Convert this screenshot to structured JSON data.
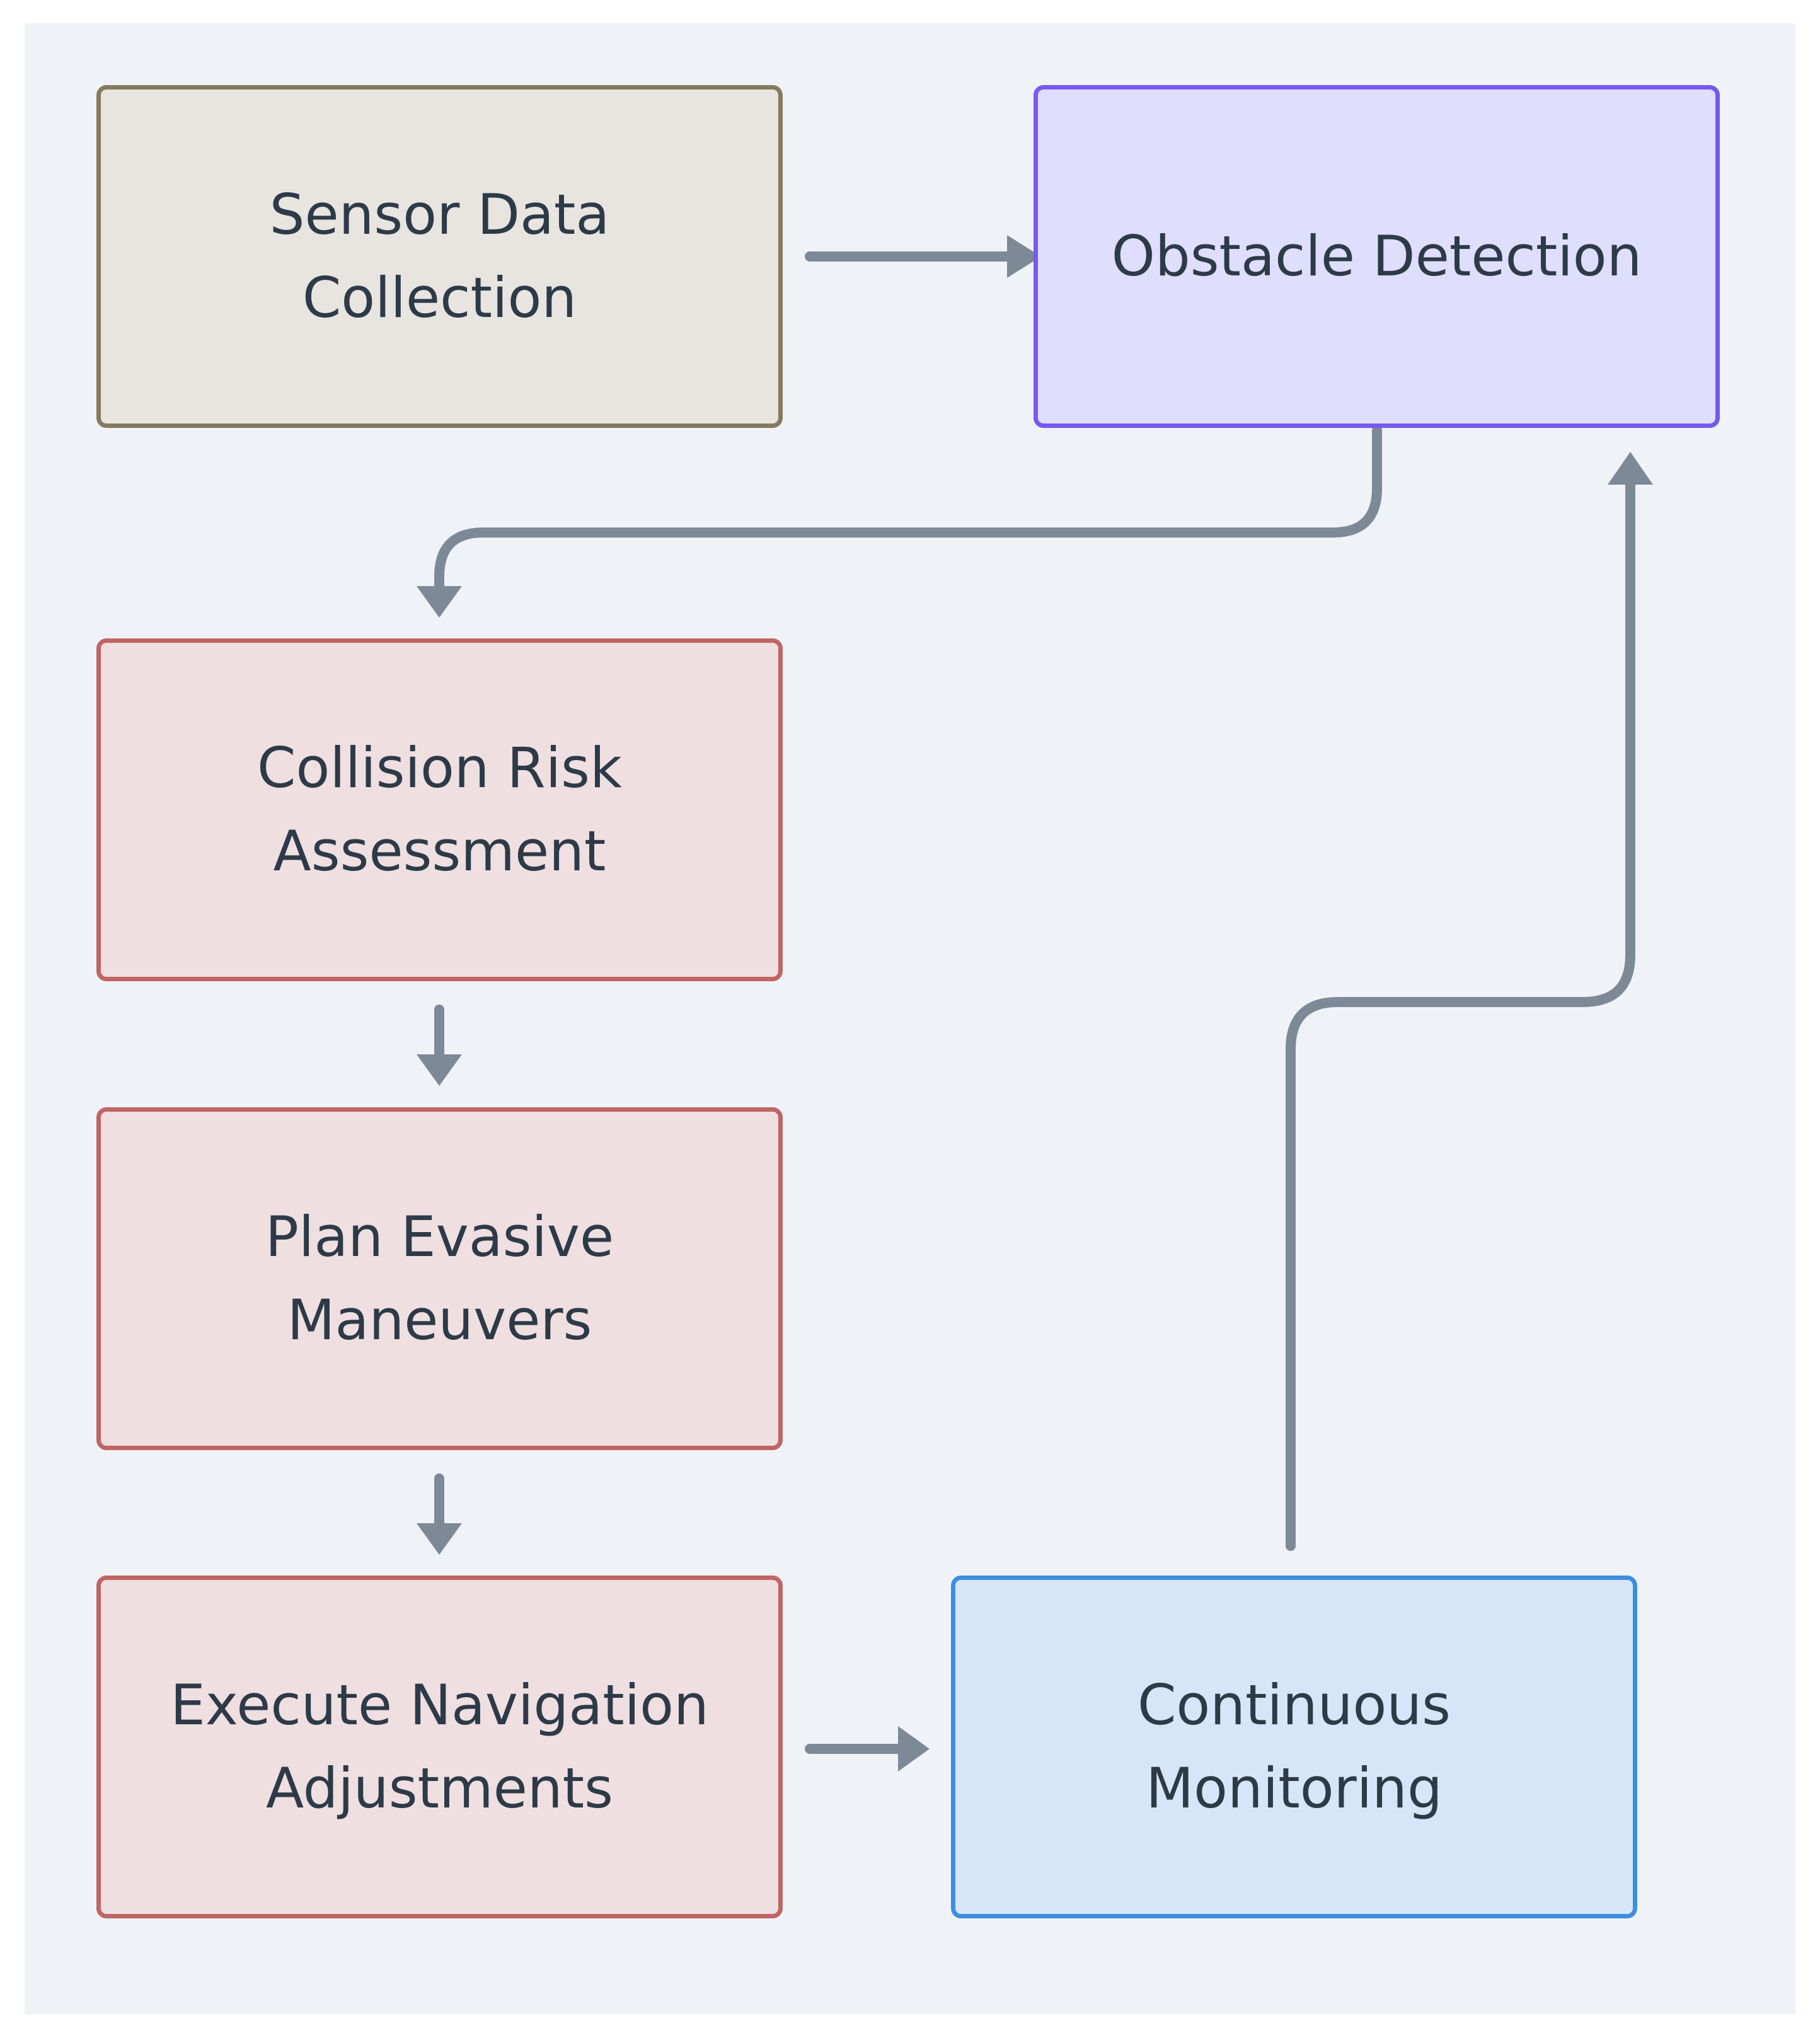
{
  "theme": {
    "background": "#eff3f7",
    "edge_color": "#7d8997",
    "text_color": "#2d3a48"
  },
  "nodes": {
    "sensor": {
      "label": "Sensor Data\nCollection",
      "fill": "#e8e4df",
      "stroke": "#847a5e"
    },
    "obstacle": {
      "label": "Obstacle Detection",
      "fill": "#dfdefc",
      "stroke": "#7559f0"
    },
    "risk": {
      "label": "Collision Risk\nAssessment",
      "fill": "#efdfe0",
      "stroke": "#c06464"
    },
    "plan": {
      "label": "Plan Evasive\nManeuvers",
      "fill": "#efdfe0",
      "stroke": "#c06464"
    },
    "execute": {
      "label": "Execute Navigation\nAdjustments",
      "fill": "#efdfe0",
      "stroke": "#c06464"
    },
    "monitor": {
      "label": "Continuous\nMonitoring",
      "fill": "#d7e6f6",
      "stroke": "#3d8ee0"
    }
  },
  "edges": [
    {
      "from": "sensor",
      "to": "obstacle"
    },
    {
      "from": "obstacle",
      "to": "risk"
    },
    {
      "from": "risk",
      "to": "plan"
    },
    {
      "from": "plan",
      "to": "execute"
    },
    {
      "from": "execute",
      "to": "monitor"
    },
    {
      "from": "monitor",
      "to": "obstacle"
    }
  ]
}
